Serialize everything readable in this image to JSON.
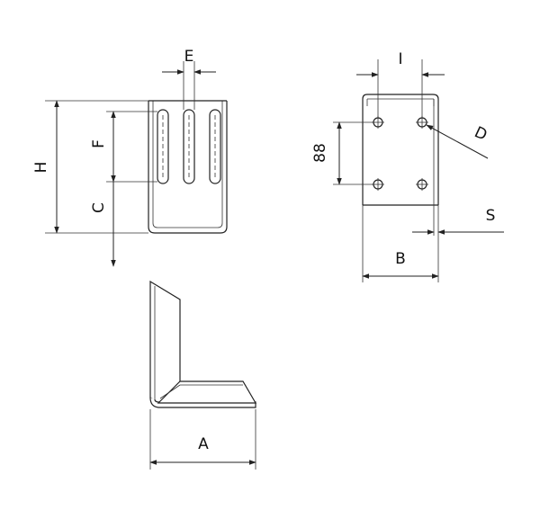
{
  "labels": {
    "E": "E",
    "F": "F",
    "C": "C",
    "H": "H",
    "I": "I",
    "D": "D",
    "eighty_eight": "88",
    "S": "S",
    "B": "B",
    "A": "A"
  },
  "colors": {
    "line": "#222222",
    "background": "#ffffff"
  }
}
